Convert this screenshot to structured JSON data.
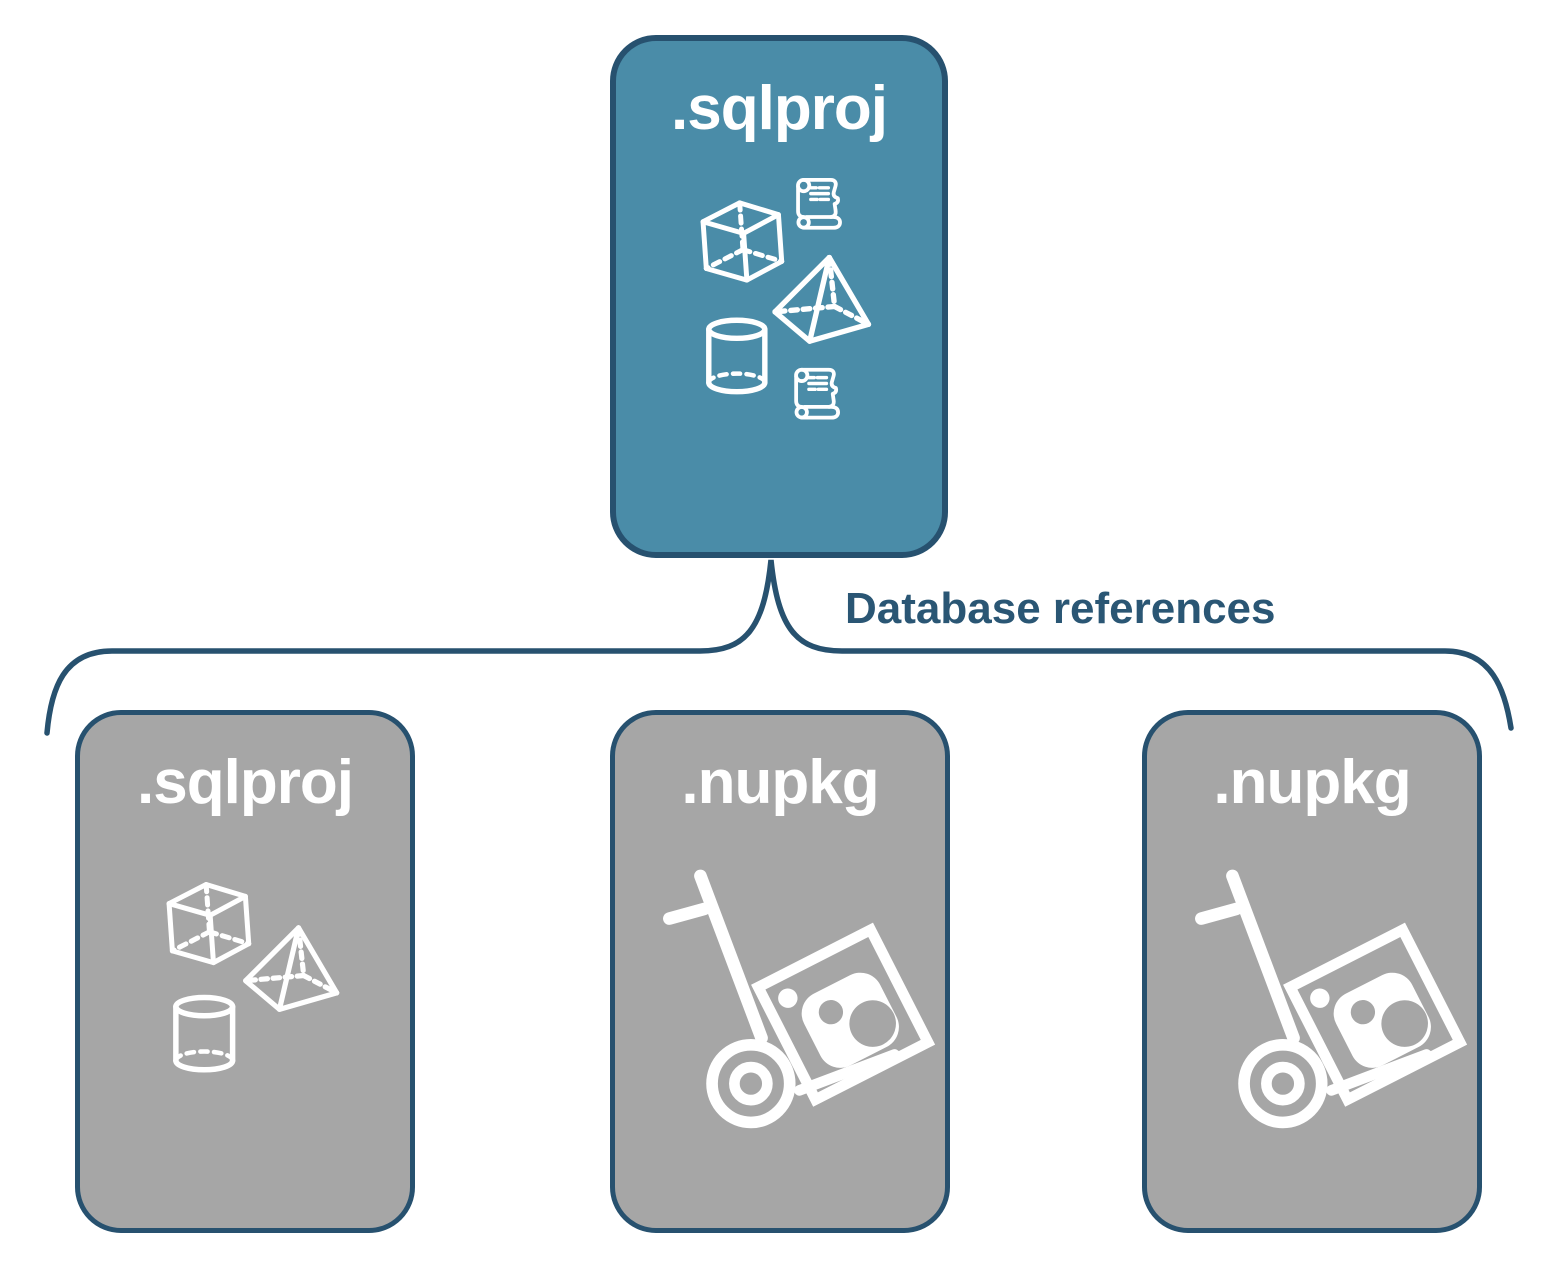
{
  "diagram": {
    "root": {
      "label": ".sqlproj",
      "icons": [
        "script-scroll-icon",
        "cube-icon",
        "pyramid-icon",
        "cylinder-icon",
        "script-scroll-icon"
      ]
    },
    "connector_label": "Database references",
    "children": [
      {
        "label": ".sqlproj",
        "icons": [
          "cube-icon",
          "pyramid-icon",
          "cylinder-icon"
        ]
      },
      {
        "label": ".nupkg",
        "icons": [
          "nuget-hand-truck-icon"
        ]
      },
      {
        "label": ".nupkg",
        "icons": [
          "nuget-hand-truck-icon"
        ]
      }
    ],
    "colors": {
      "root_fill": "#4A8CA8",
      "child_fill": "#A6A6A6",
      "outline": "#27516F",
      "text": "#2A5674",
      "icon": "#FFFFFF",
      "background": "#FFFFFF"
    }
  }
}
